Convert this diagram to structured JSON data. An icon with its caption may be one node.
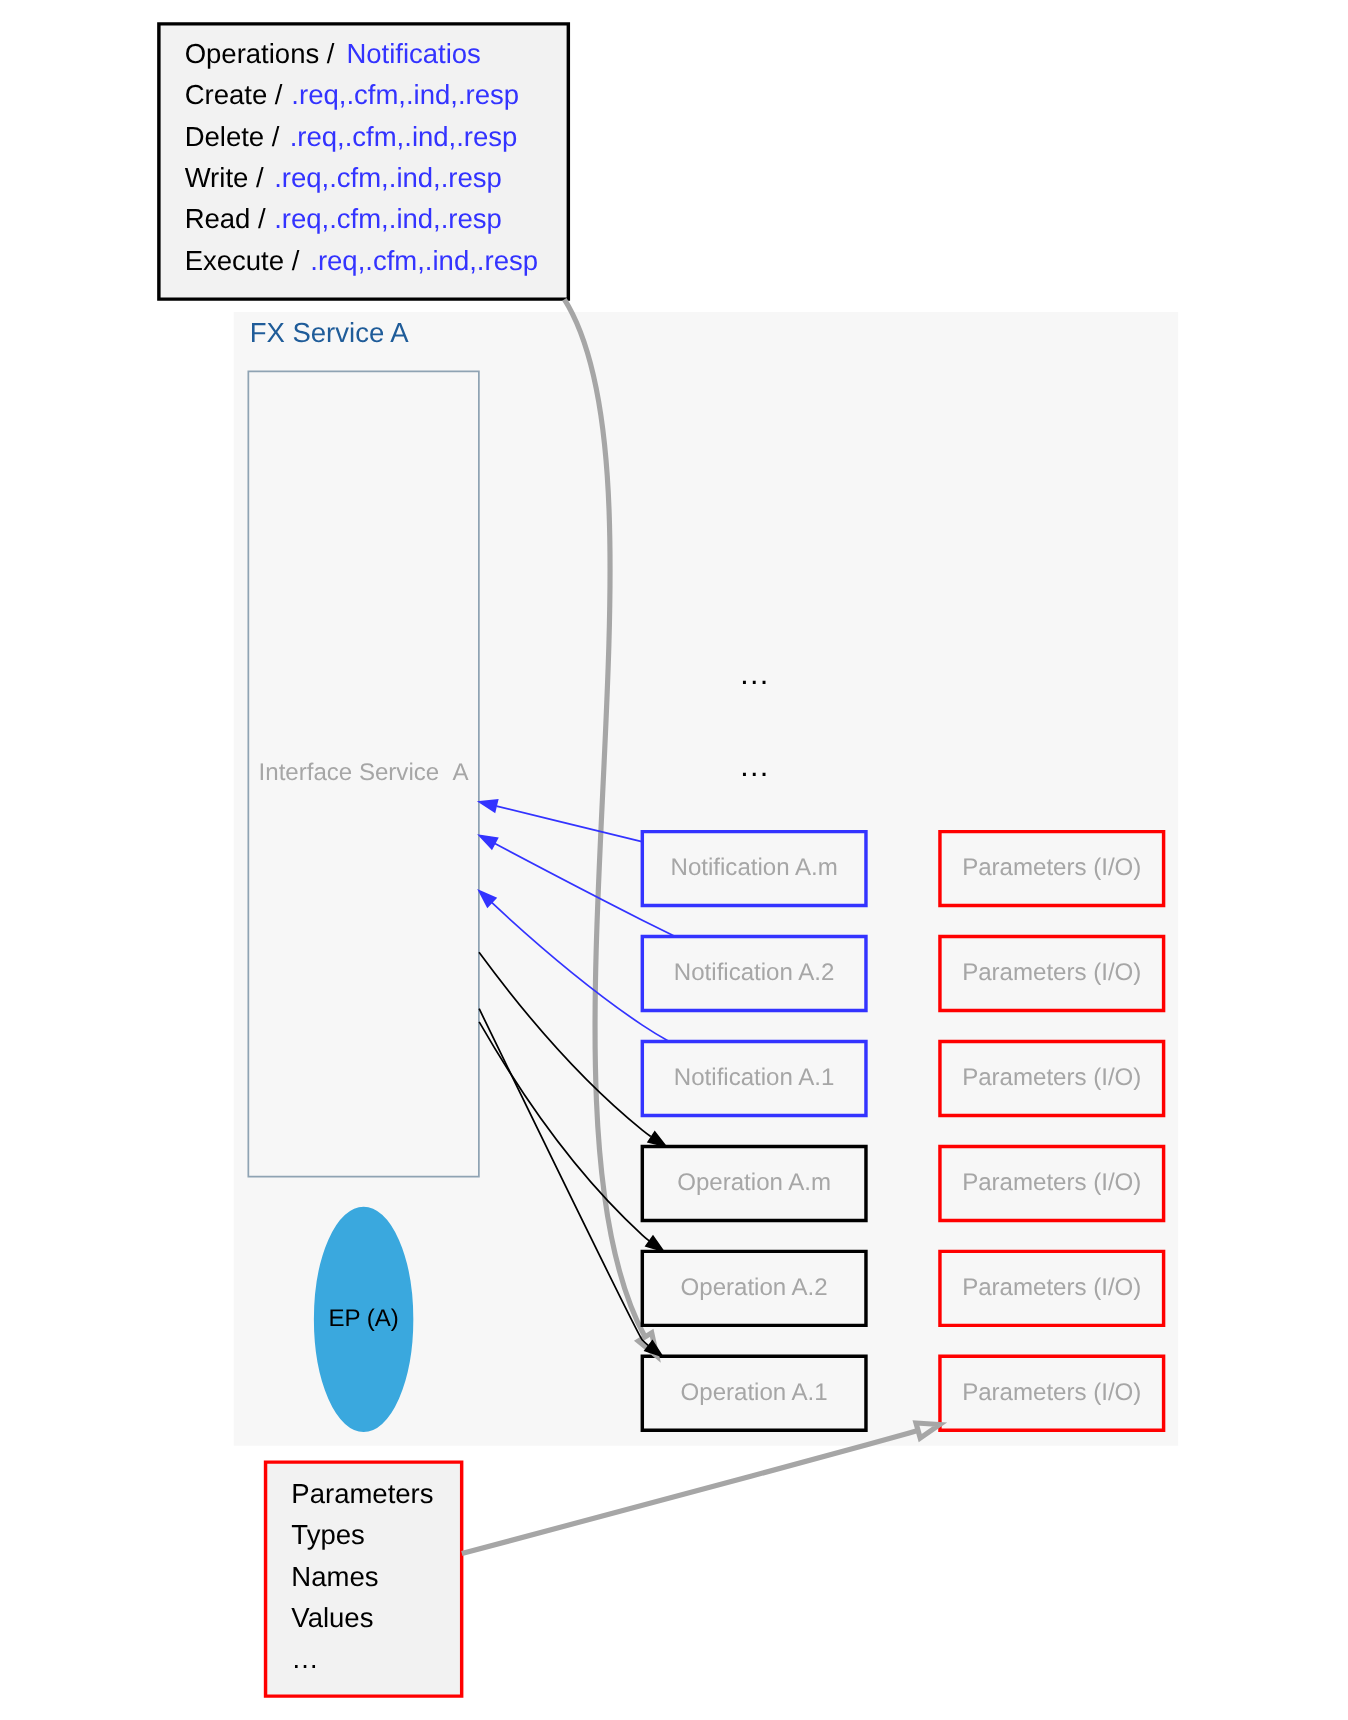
{
  "diagram": {
    "nodes": [
      {
        "text": [
          "Operations / Notificatios",
          "Create / .req,.cfm,.ind,.resp",
          "Delete / .req,.cfm,.ind,.resp",
          "Write / .req,.cfm,.ind,.resp",
          "Read / .req,.cfm,.ind,.resp",
          "Execute / .req,.cfm,.ind,.resp"
        ]
      },
      {
        "text": [
          "Parameters",
          "Types",
          "Names",
          "Values",
          "…"
        ]
      },
      {
        "text": [
          "FX Service A"
        ]
      },
      {
        "text": [
          "Interface Service  A"
        ],
        "in": 2
      },
      {
        "text": [
          "EP (A)"
        ],
        "in": 2
      },
      {
        "text": [
          "Operation A.1"
        ],
        "in": 2
      },
      {
        "text": [
          "Parameters (I/O)"
        ],
        "in": 2
      },
      {
        "text": [
          "Operation A.2"
        ],
        "in": 2
      },
      {
        "text": [
          "Parameters (I/O)"
        ],
        "in": 2
      },
      {
        "text": [
          "Operation A.m"
        ],
        "in": 2
      },
      {
        "text": [
          "Parameters (I/O)"
        ],
        "in": 2
      },
      {
        "text": [
          "Notification A.1"
        ],
        "in": 2
      },
      {
        "text": [
          "Parameters (I/O)"
        ],
        "in": 2
      },
      {
        "text": [
          "Notification A.2"
        ],
        "in": 2
      },
      {
        "text": [
          "Parameters (I/O)"
        ],
        "in": 2
      },
      {
        "text": [
          "Notification A.m"
        ],
        "in": 2
      },
      {
        "text": [
          "Parameters (I/O)"
        ],
        "in": 2
      }
    ],
    "edges": [
      {
        "from": 0,
        "to": 5,
        "arrow": "to",
        "style": "thick",
        "color": "#a6a6a6"
      },
      {
        "from": 1,
        "to": 6,
        "arrow": "to",
        "style": "thick",
        "color": "#a6a6a6"
      },
      {
        "from": 3,
        "to": 5,
        "arrow": "to"
      },
      {
        "from": 3,
        "to": 7,
        "arrow": "to"
      },
      {
        "from": 3,
        "to": 9,
        "arrow": "to"
      },
      {
        "from": 11,
        "to": 3,
        "arrow": "to",
        "color": "#3333ff"
      },
      {
        "from": 13,
        "to": 3,
        "arrow": "to",
        "color": "#3333ff"
      },
      {
        "from": 15,
        "to": 3,
        "arrow": "to",
        "color": "#3333ff"
      }
    ],
    "labels": [
      "…",
      "…"
    ]
  }
}
